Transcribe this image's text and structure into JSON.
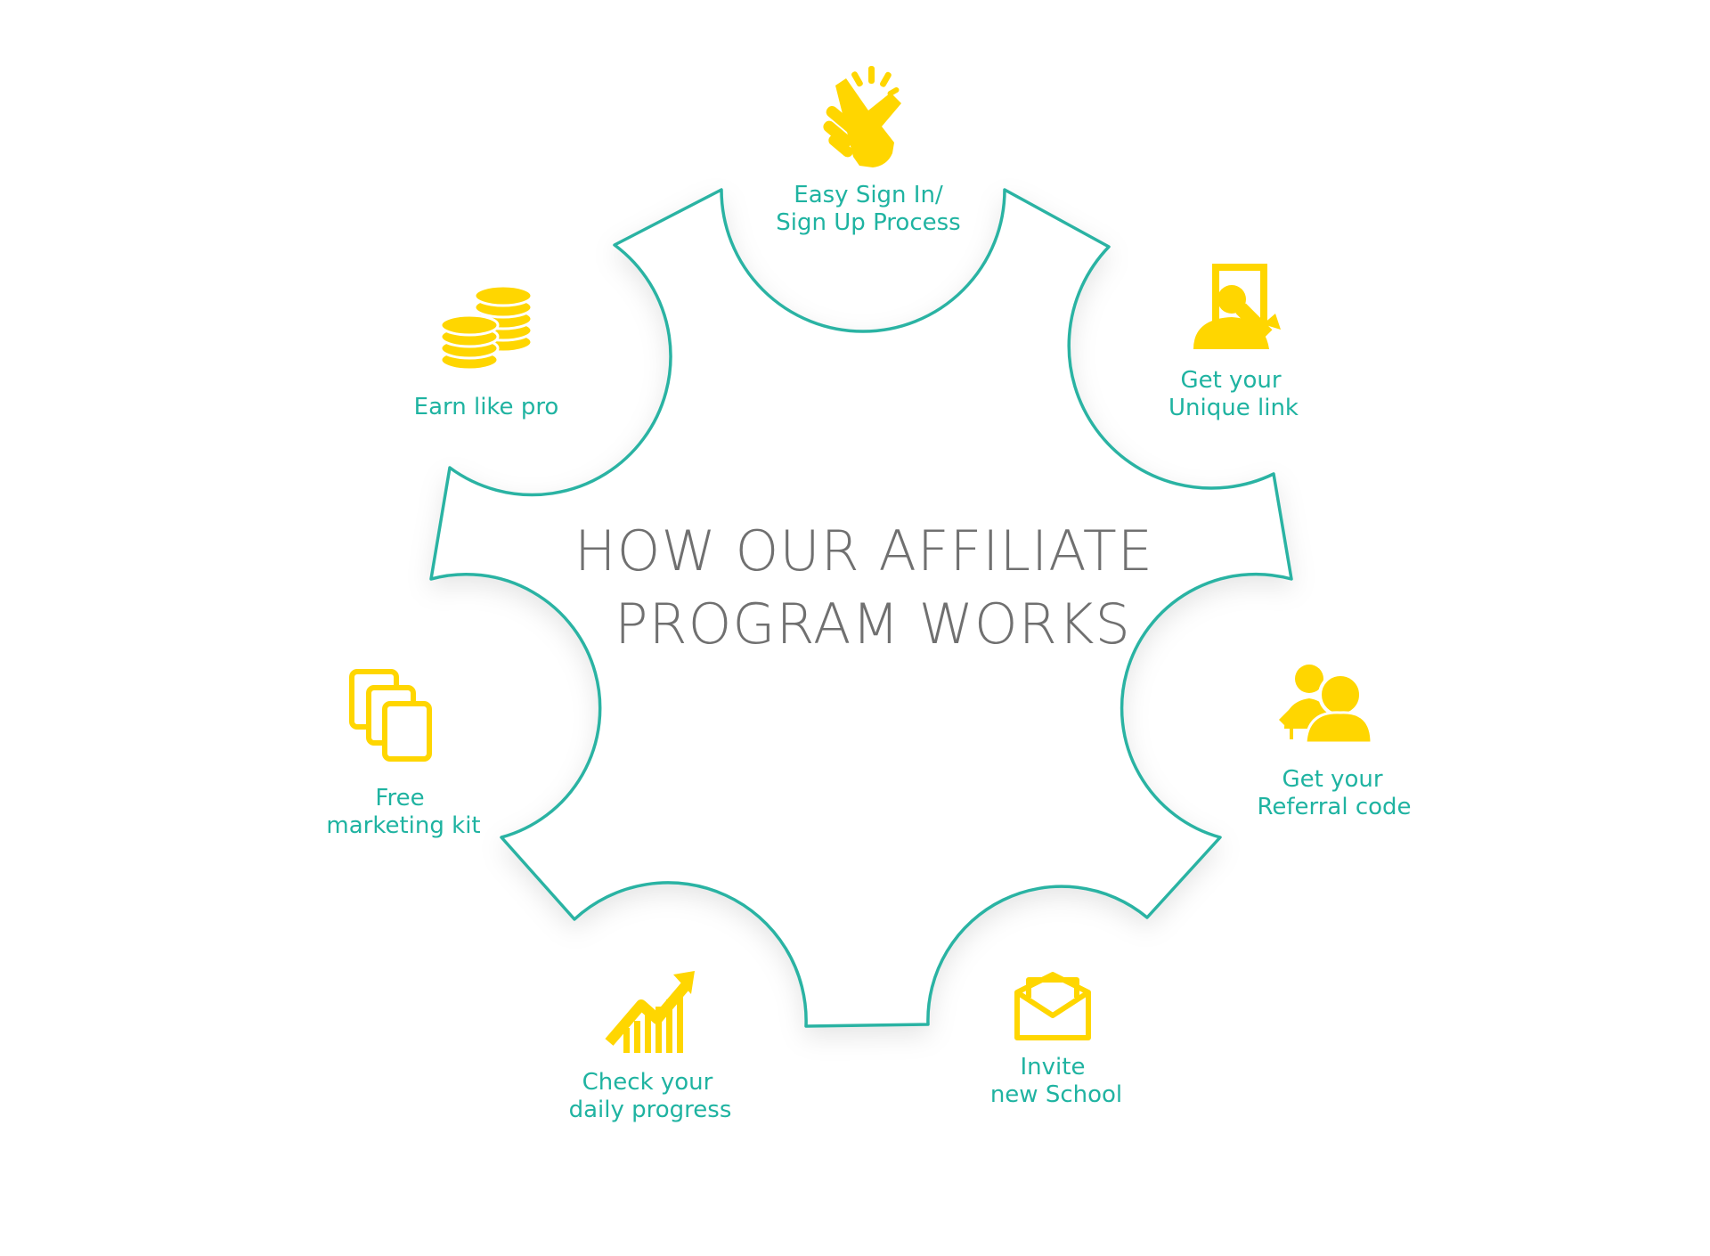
{
  "title": {
    "line1": "HOW OUR AFFILIATE",
    "line2": "PROGRAM WORKS"
  },
  "colors": {
    "outline": "#2bb3a3",
    "icon": "#ffd600",
    "label": "#1fb3a1",
    "title": "#707070"
  },
  "steps": [
    {
      "icon": "tap-hand-icon",
      "line1": "Easy Sign In/",
      "line2": "Sign Up Process"
    },
    {
      "icon": "unique-link-icon",
      "line1": "Get your",
      "line2": "Unique link"
    },
    {
      "icon": "referral-users-icon",
      "line1": "Get your",
      "line2": "Referral code"
    },
    {
      "icon": "envelope-icon",
      "line1": "Invite",
      "line2": "new School"
    },
    {
      "icon": "growth-chart-icon",
      "line1": "Check your",
      "line2": "daily progress"
    },
    {
      "icon": "documents-icon",
      "line1": "Free",
      "line2": "marketing kit"
    },
    {
      "icon": "coins-icon",
      "line1": "Earn like pro",
      "line2": ""
    }
  ]
}
